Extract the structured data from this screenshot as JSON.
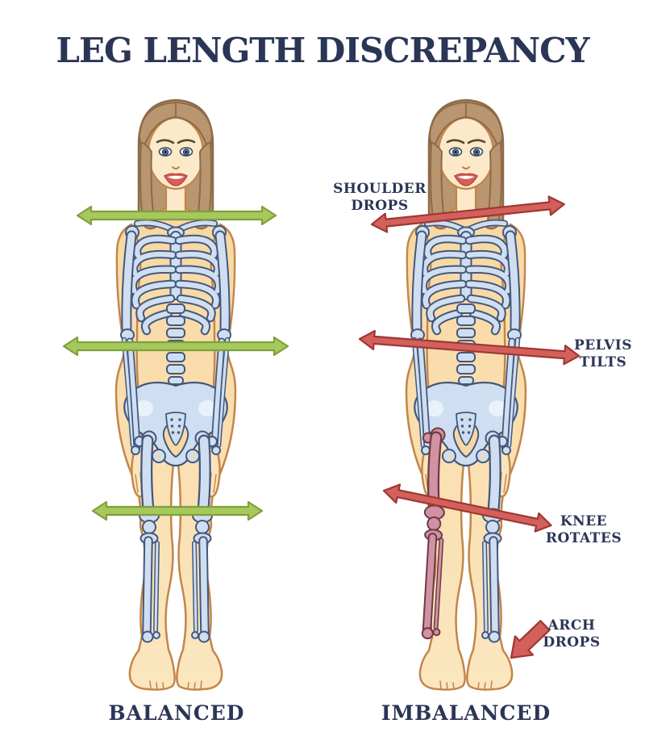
{
  "title": "LEG LENGTH DISCREPANCY",
  "figures": {
    "balanced": {
      "label": "BALANCED"
    },
    "imbalanced": {
      "label": "IMBALANCED"
    }
  },
  "annotations": {
    "shoulder_drops": {
      "line1": "SHOULDER",
      "line2": "DROPS"
    },
    "pelvis_tilts": {
      "line1": "PELVIS",
      "line2": "TILTS"
    },
    "knee_rotates": {
      "line1": "KNEE",
      "line2": "ROTATES"
    },
    "arch_drops": {
      "line1": "ARCH",
      "line2": "DROPS"
    }
  },
  "icons": {
    "balanced_level_arrows": "green-double-headed-horizontal-arrows",
    "imbalanced_tilt_arrows": "red-double-headed-tilted-arrows",
    "arch_pointer": "red-arrow-pointing-at-ankle"
  },
  "colors": {
    "text_navy": "#2b3556",
    "skin": "#f8d8a2",
    "skin_light": "#fce9c9",
    "skin_outline": "#c3854a",
    "hair": "#b99570",
    "hair_outline": "#8d6b49",
    "bone": "#cfdff1",
    "bone_light": "#e9f1fa",
    "bone_outline": "#45577d",
    "bone_pink": "#cf93a4",
    "bone_pink_outline": "#6f3945",
    "arrow_green": "#a6c85c",
    "arrow_green_outline": "#7fa03b",
    "arrow_red": "#d3605b",
    "arrow_red_outline": "#9e3734",
    "eye": "#5b7a9d",
    "lips": "#d95f55",
    "brow": "#5a4632"
  }
}
